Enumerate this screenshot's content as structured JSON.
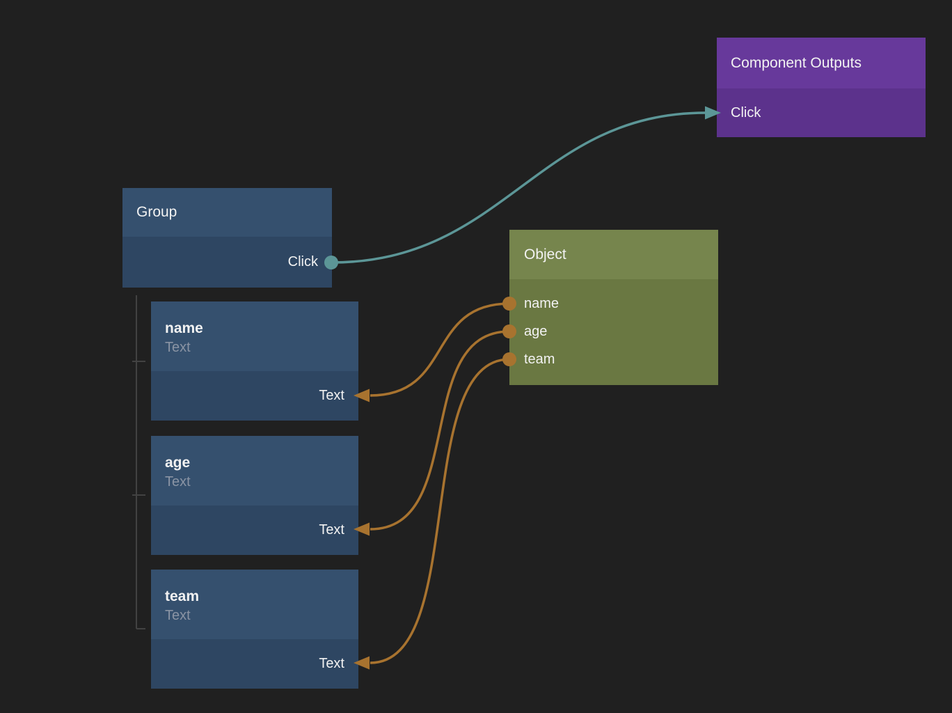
{
  "canvas": {
    "background": "#202020"
  },
  "palette": {
    "teal_connection": "#5C9697",
    "orange_connection": "#A8732F",
    "purple_header": "#67399B",
    "purple_body": "#5C328C",
    "blue_header": "#35506E",
    "blue_body": "#2E4662",
    "olive_header": "#76854D",
    "olive_body": "#6A7842",
    "tree_line": "#424242",
    "subtitle_text": "#8A94A4"
  },
  "nodes": {
    "component_outputs": {
      "title": "Component Outputs",
      "input_label": "Click"
    },
    "group": {
      "title": "Group",
      "output_label": "Click"
    },
    "object": {
      "title": "Object",
      "rows": [
        "name",
        "age",
        "team"
      ]
    },
    "fields": [
      {
        "title": "name",
        "subtitle": "Text",
        "input_label": "Text"
      },
      {
        "title": "age",
        "subtitle": "Text",
        "input_label": "Text"
      },
      {
        "title": "team",
        "subtitle": "Text",
        "input_label": "Text"
      }
    ]
  },
  "connections": [
    {
      "from": "Group.Click",
      "to": "Component Outputs.Click",
      "color": "#5C9697"
    },
    {
      "from": "Object.name",
      "to": "name.Text",
      "color": "#A8732F"
    },
    {
      "from": "Object.age",
      "to": "age.Text",
      "color": "#A8732F"
    },
    {
      "from": "Object.team",
      "to": "team.Text",
      "color": "#A8732F"
    }
  ]
}
